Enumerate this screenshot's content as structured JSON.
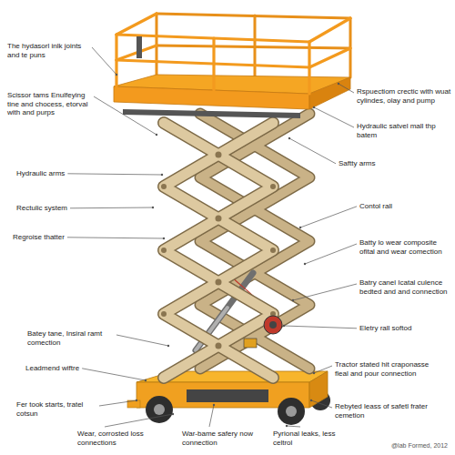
{
  "diagram": {
    "labels": [
      "The hydasorl inlk joints and te puns",
      "Scissor tams Enulfeying tine and chocess, etorval with and purps",
      "Hydraulic arms",
      "Rectulic system",
      "Regroise thatter",
      "Batey tane, Insiral ramt comection",
      "Leadmend wiftre",
      "Fer took starts, tratel cotsun",
      "Rspuectiom crectic with wuat cylindes, olay and pump",
      "Hydraulic satvel mall thp batem",
      "Saftty arms",
      "Contol rall",
      "Batty lo wear composite ofital and wear comection",
      "Batry canel Icatal culence bedted and and connection",
      "Eletry rall softod",
      "Tractor stated hit craponasse fleal and pour connection",
      "Rebyted leass of safetl frater cemetion",
      "Wear, corrosted loss connections",
      "War-bame safery now connection",
      "Pyrional leaks, less celtrol",
      "@lab Formed, 2012"
    ]
  }
}
